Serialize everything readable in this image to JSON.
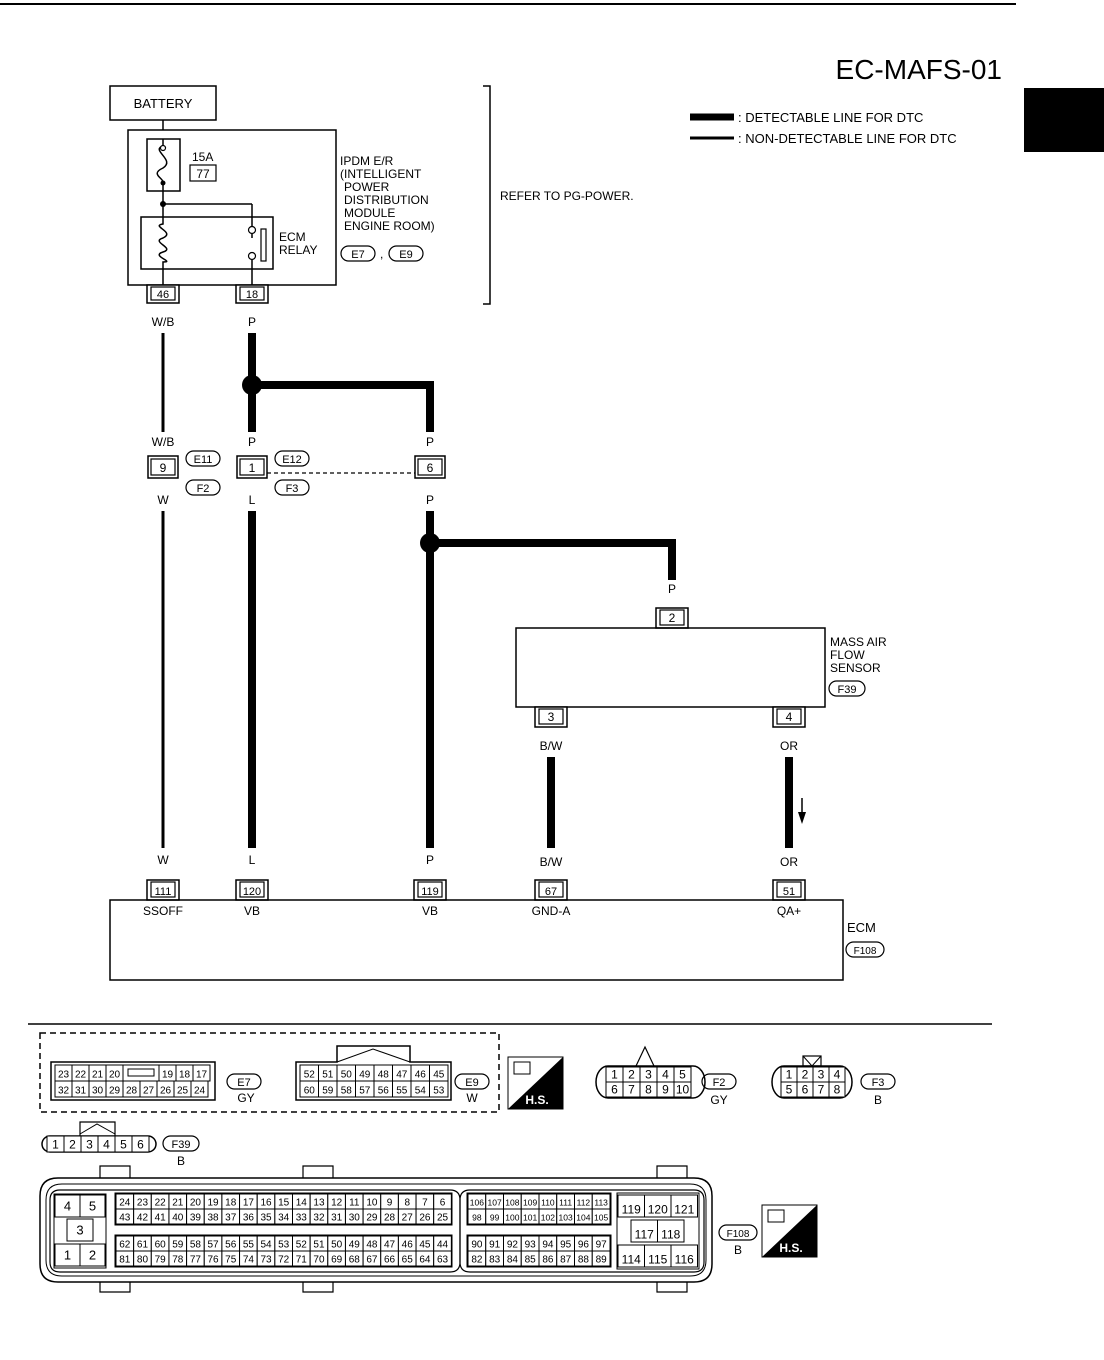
{
  "page": {
    "diagram_id": "EC-MAFS-01"
  },
  "legend": {
    "detectable": ": DETECTABLE LINE FOR DTC",
    "non_detectable": ": NON-DETECTABLE LINE FOR DTC"
  },
  "battery": {
    "label": "BATTERY"
  },
  "ipdm": {
    "fuse_amp": "15A",
    "fuse_no": "77",
    "relay_line1": "ECM",
    "relay_line2": "RELAY",
    "name_lines": [
      "IPDM E/R",
      "(INTELLIGENT",
      "POWER",
      "DISTRIBUTION",
      "MODULE",
      "ENGINE ROOM)"
    ],
    "conn1": "E7",
    "conn2": "E9",
    "comma": ",",
    "pin_left": "46",
    "pin_right": "18"
  },
  "refer_note": "REFER TO PG-POWER.",
  "wires": {
    "wb": "W/B",
    "w": "W",
    "p": "P",
    "l": "L",
    "bw": "B/W",
    "or": "OR"
  },
  "junctions": {
    "j1_pin": "9",
    "j1_top": "E11",
    "j1_bot": "F2",
    "j2_pin": "1",
    "j2_top": "E12",
    "j2_bot": "F3",
    "j3_pin": "6"
  },
  "maf": {
    "name_lines": [
      "MASS AIR",
      "FLOW",
      "SENSOR"
    ],
    "conn": "F39",
    "pin_top": "2",
    "pin_left": "3",
    "pin_right": "4"
  },
  "ecm": {
    "name": "ECM",
    "conn": "F108",
    "pins": [
      {
        "no": "111",
        "label": "SSOFF"
      },
      {
        "no": "120",
        "label": "VB"
      },
      {
        "no": "119",
        "label": "VB"
      },
      {
        "no": "67",
        "label": "GND-A"
      },
      {
        "no": "51",
        "label": "QA+"
      }
    ]
  },
  "connectors": {
    "e7": {
      "id": "E7",
      "color": "GY",
      "row1": [
        "23",
        "22",
        "21",
        "20",
        "",
        "19",
        "18",
        "17"
      ],
      "row2": [
        "32",
        "31",
        "30",
        "29",
        "28",
        "27",
        "26",
        "25",
        "24"
      ]
    },
    "e9": {
      "id": "E9",
      "color": "W",
      "row1": [
        "52",
        "51",
        "50",
        "49",
        "48",
        "47",
        "46",
        "45"
      ],
      "row2": [
        "60",
        "59",
        "58",
        "57",
        "56",
        "55",
        "54",
        "53"
      ]
    },
    "f2": {
      "id": "F2",
      "color": "GY",
      "row1": [
        "1",
        "2",
        "3",
        "4",
        "5"
      ],
      "row2": [
        "6",
        "7",
        "8",
        "9",
        "10"
      ]
    },
    "f3": {
      "id": "F3",
      "color": "B",
      "row1": [
        "1",
        "2",
        "3",
        "4"
      ],
      "row2": [
        "5",
        "6",
        "7",
        "8"
      ]
    },
    "f39": {
      "id": "F39",
      "color": "B",
      "row1": [
        "1",
        "2",
        "3",
        "4",
        "5",
        "6"
      ]
    },
    "f108": {
      "id": "F108",
      "color": "B",
      "left_block": [
        "4",
        "5",
        "3",
        "1",
        "2"
      ],
      "a1": [
        "24",
        "23",
        "22",
        "21",
        "20",
        "19",
        "18",
        "17",
        "16",
        "15",
        "14",
        "13",
        "12",
        "11",
        "10",
        "9",
        "8",
        "7",
        "6"
      ],
      "a2": [
        "43",
        "42",
        "41",
        "40",
        "39",
        "38",
        "37",
        "36",
        "35",
        "34",
        "33",
        "32",
        "31",
        "30",
        "29",
        "28",
        "27",
        "26",
        "25"
      ],
      "a3": [
        "62",
        "61",
        "60",
        "59",
        "58",
        "57",
        "56",
        "55",
        "54",
        "53",
        "52",
        "51",
        "50",
        "49",
        "48",
        "47",
        "46",
        "45",
        "44"
      ],
      "a4": [
        "81",
        "80",
        "79",
        "78",
        "77",
        "76",
        "75",
        "74",
        "73",
        "72",
        "71",
        "70",
        "69",
        "68",
        "67",
        "66",
        "65",
        "64",
        "63"
      ],
      "b1": [
        "106",
        "107",
        "108",
        "109",
        "110",
        "111",
        "112",
        "113"
      ],
      "b2": [
        "98",
        "99",
        "100",
        "101",
        "102",
        "103",
        "104",
        "105"
      ],
      "b3": [
        "90",
        "91",
        "92",
        "93",
        "94",
        "95",
        "96",
        "97"
      ],
      "b4": [
        "82",
        "83",
        "84",
        "85",
        "86",
        "87",
        "88",
        "89"
      ],
      "c1": [
        "119",
        "120",
        "121"
      ],
      "c2": [
        "117",
        "118"
      ],
      "c3": [
        "114",
        "115",
        "116"
      ]
    }
  },
  "hs_badge": "H.S."
}
